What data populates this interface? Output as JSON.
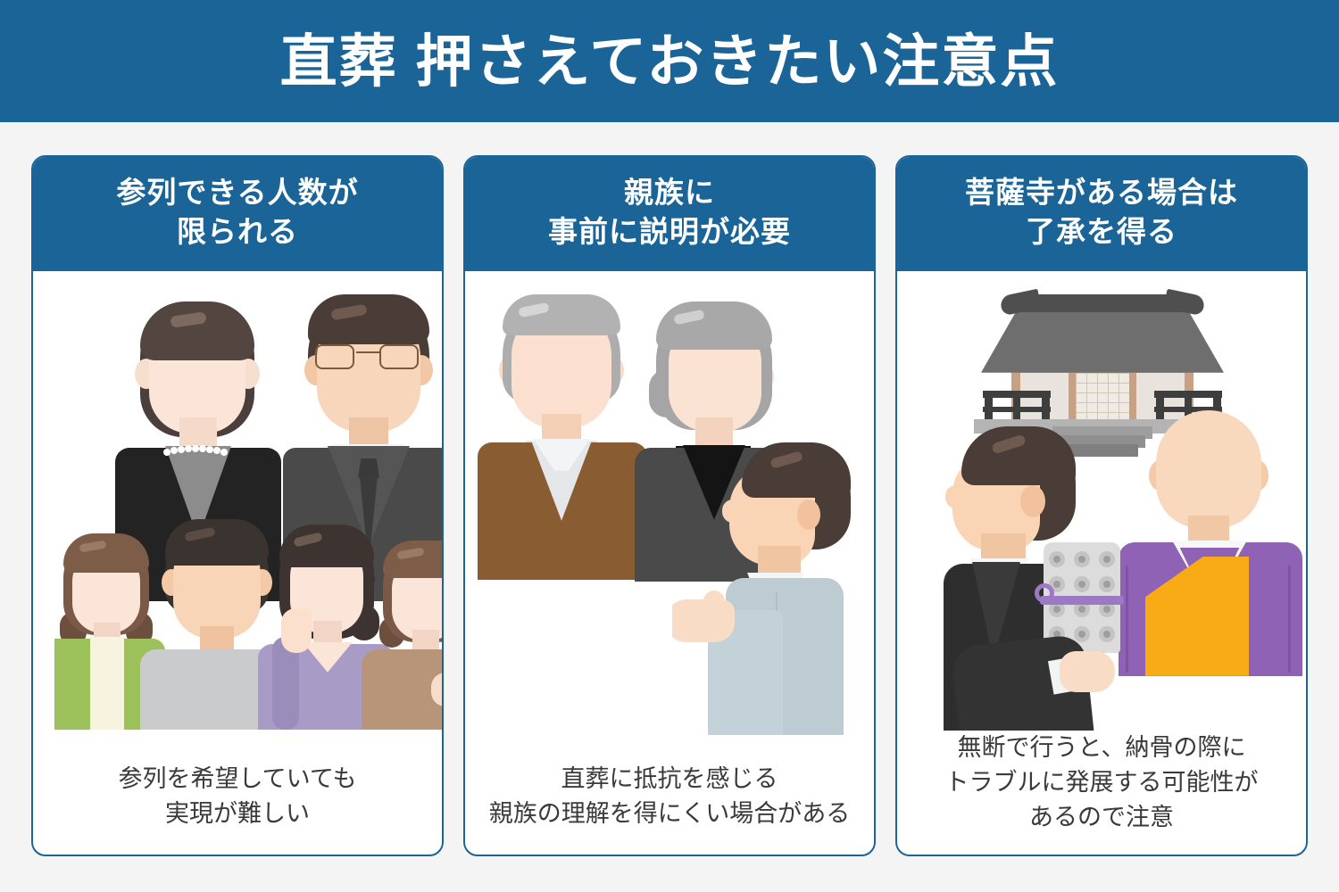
{
  "banner": {
    "title": "直葬 押さえておきたい注意点",
    "color": "#1a6497"
  },
  "theme": {
    "accent": "#1a6497",
    "page_background": "#f4f4f4",
    "card_background": "#ffffff",
    "caption_text": "#3a3a3a"
  },
  "cards": [
    {
      "header_lines": [
        "参列できる人数が",
        "限られる"
      ],
      "caption_lines": [
        "参列を希望していても",
        "実現が難しい"
      ],
      "illustration": "mourning-couple-and-casual-family-group"
    },
    {
      "header_lines": [
        "親族に",
        "事前に説明が必要"
      ],
      "caption_lines": [
        "直葬に抵抗を感じる",
        "親族の理解を得にくい場合がある"
      ],
      "illustration": "elderly-couple-and-explaining-man"
    },
    {
      "header_lines": [
        "菩薩寺がある場合は",
        "了承を得る"
      ],
      "caption_lines": [
        "無断で行うと、納骨の際に",
        "トラブルに発展する可能性が",
        "あるので注意"
      ],
      "illustration": "temple-monk-and-man-holding-urn"
    }
  ]
}
